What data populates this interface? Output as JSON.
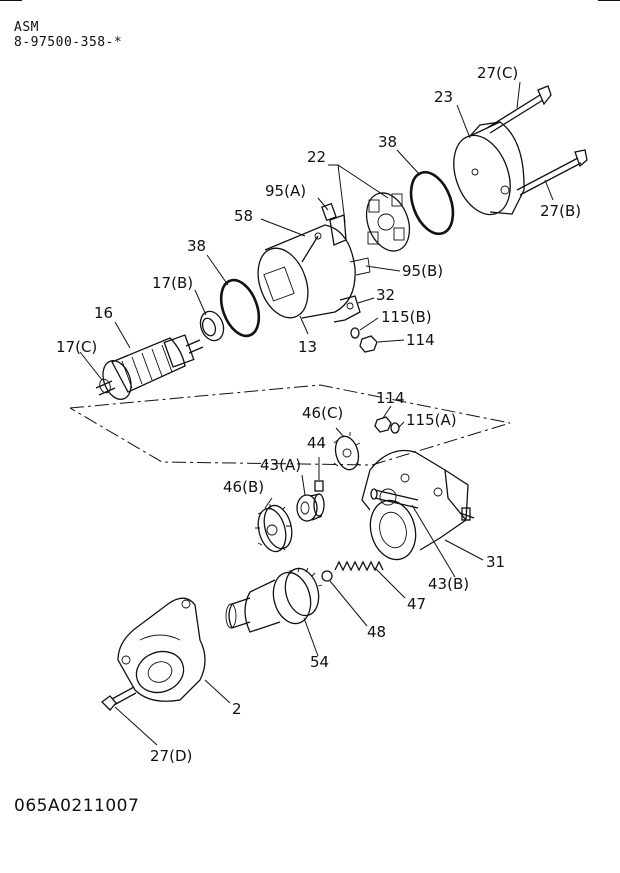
{
  "header": {
    "line1": "ASM",
    "line2": "8-97500-358-*"
  },
  "footer": {
    "code": "065A0211007"
  },
  "labels": {
    "p27c": "27(C)",
    "p23": "23",
    "p38a": "38",
    "p22": "22",
    "p95a": "95(A)",
    "p27b": "27(B)",
    "p58": "58",
    "p38b": "38",
    "p95b": "95(B)",
    "p17b": "17(B)",
    "p16": "16",
    "p32": "32",
    "p115b": "115(B)",
    "p17c": "17(C)",
    "p13": "13",
    "p114a": "114",
    "p114b": "114",
    "p46c": "46(C)",
    "p115a": "115(A)",
    "p44": "44",
    "p43a": "43(A)",
    "p46b": "46(B)",
    "p31": "31",
    "p43b": "43(B)",
    "p47": "47",
    "p48": "48",
    "p54": "54",
    "p2": "2",
    "p27d": "27(D)"
  }
}
